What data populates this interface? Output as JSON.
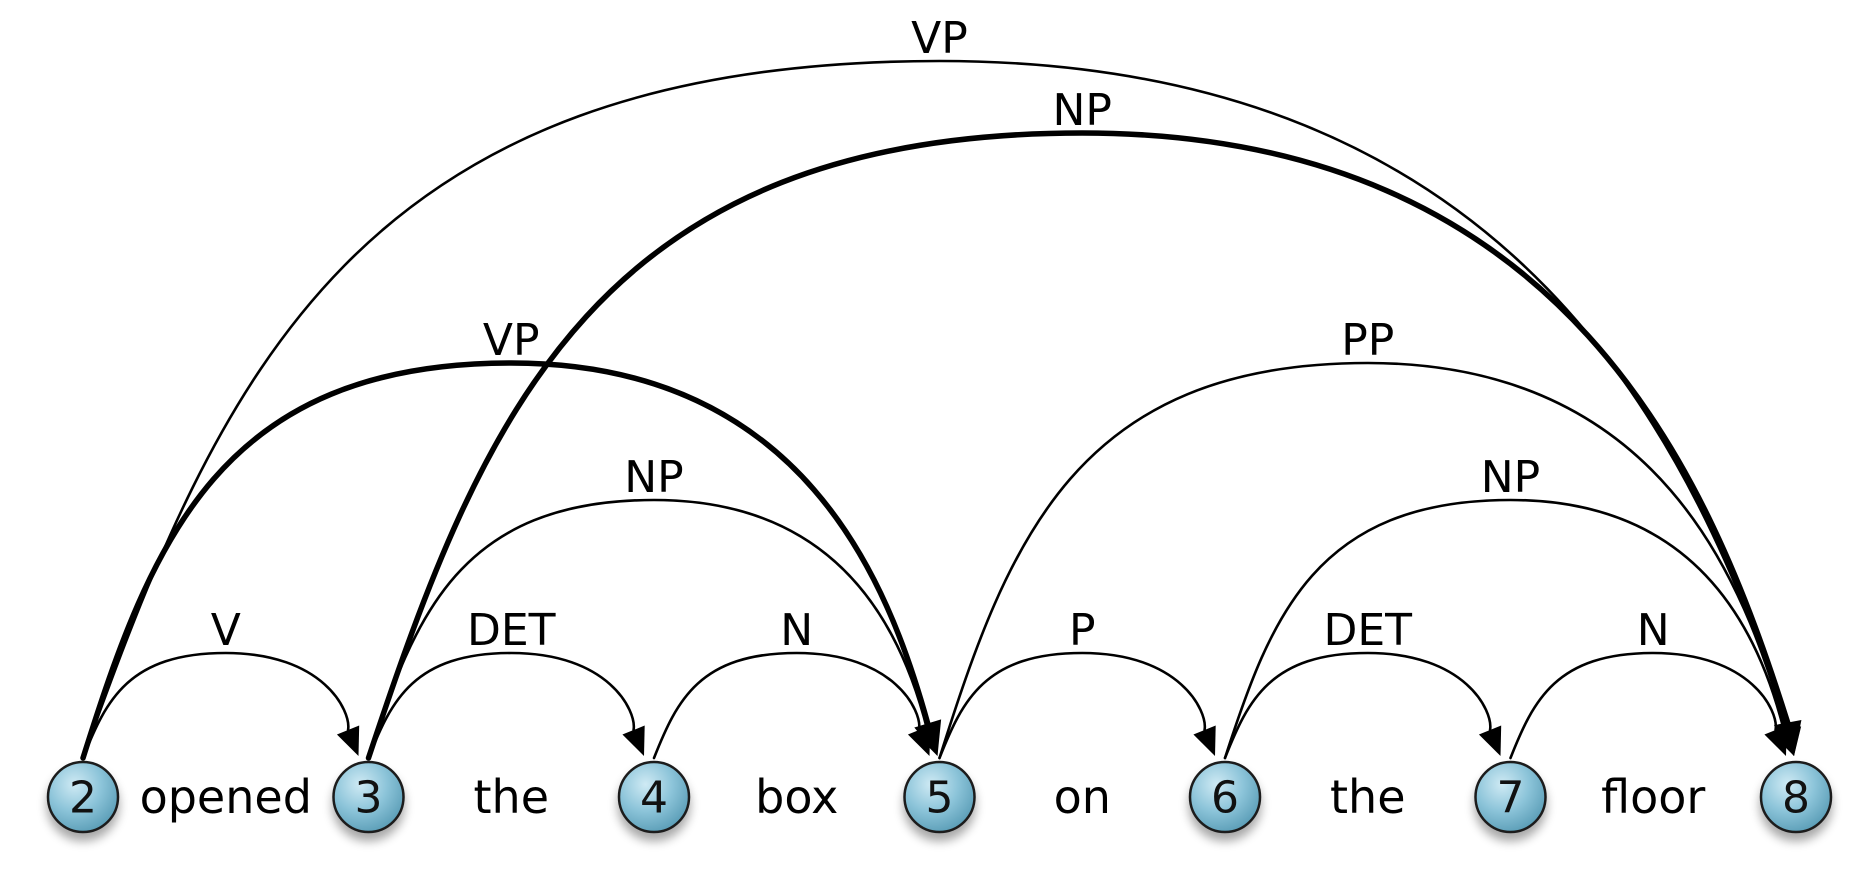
{
  "nodes": [
    {
      "id": "2"
    },
    {
      "id": "3"
    },
    {
      "id": "4"
    },
    {
      "id": "5"
    },
    {
      "id": "6"
    },
    {
      "id": "7"
    },
    {
      "id": "8"
    }
  ],
  "words": [
    "opened",
    "the",
    "box",
    "on",
    "the",
    "floor"
  ],
  "edges": [
    {
      "from": "2",
      "to": "3",
      "label": "V",
      "bold": false
    },
    {
      "from": "3",
      "to": "4",
      "label": "DET",
      "bold": false
    },
    {
      "from": "4",
      "to": "5",
      "label": "N",
      "bold": false
    },
    {
      "from": "5",
      "to": "6",
      "label": "P",
      "bold": false
    },
    {
      "from": "6",
      "to": "7",
      "label": "DET",
      "bold": false
    },
    {
      "from": "7",
      "to": "8",
      "label": "N",
      "bold": false
    },
    {
      "from": "3",
      "to": "5",
      "label": "NP",
      "bold": false
    },
    {
      "from": "6",
      "to": "8",
      "label": "NP",
      "bold": false
    },
    {
      "from": "2",
      "to": "5",
      "label": "VP",
      "bold": true
    },
    {
      "from": "5",
      "to": "8",
      "label": "PP",
      "bold": false
    },
    {
      "from": "3",
      "to": "8",
      "label": "NP",
      "bold": true
    },
    {
      "from": "2",
      "to": "8",
      "label": "VP",
      "bold": false
    }
  ],
  "colors": {
    "node_fill_light": "#c7e6f1",
    "node_fill": "#86c1d6",
    "node_fill_dark": "#5a9fb9",
    "node_stroke": "#1b1b1b",
    "edge": "#000000"
  }
}
